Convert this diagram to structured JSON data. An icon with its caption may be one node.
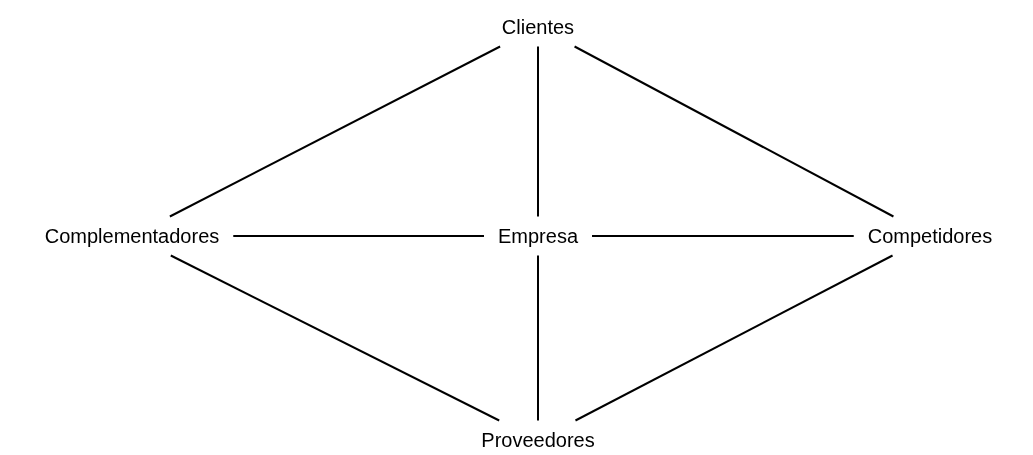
{
  "diagram": {
    "nodes": [
      {
        "text": [
          "Clientes"
        ]
      },
      {
        "text": [
          "Complementadores"
        ]
      },
      {
        "text": [
          "Empresa"
        ]
      },
      {
        "text": [
          "Competidores"
        ]
      },
      {
        "text": [
          "Proveedores"
        ]
      }
    ],
    "edges": [
      {
        "from": 0,
        "to": 1,
        "arrow": "none"
      },
      {
        "from": 0,
        "to": 2,
        "arrow": "none"
      },
      {
        "from": 0,
        "to": 3,
        "arrow": "none"
      },
      {
        "from": 1,
        "to": 2,
        "arrow": "none"
      },
      {
        "from": 2,
        "to": 3,
        "arrow": "none"
      },
      {
        "from": 1,
        "to": 4,
        "arrow": "none"
      },
      {
        "from": 2,
        "to": 4,
        "arrow": "none"
      },
      {
        "from": 3,
        "to": 4,
        "arrow": "none"
      }
    ]
  }
}
